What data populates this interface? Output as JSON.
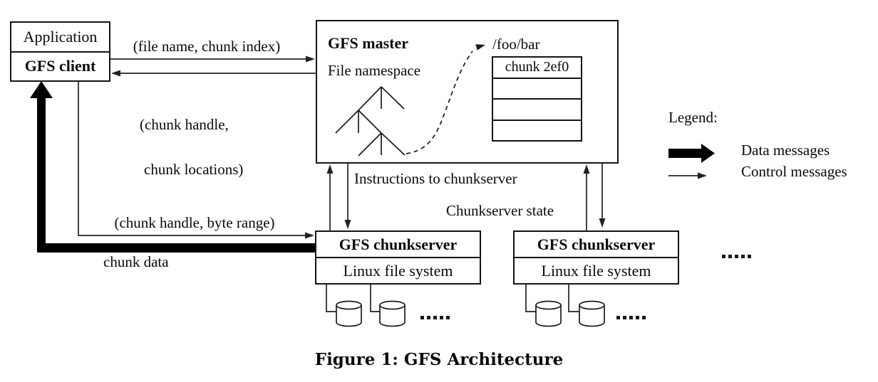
{
  "colors": {
    "ink": "#141414",
    "background": "#ffffff"
  },
  "client_box": {
    "application": "Application",
    "client": "GFS client"
  },
  "master_box": {
    "title": "GFS master",
    "namespace": "File namespace",
    "path": "/foo/bar",
    "chunk_table": {
      "rows": [
        "chunk 2ef0",
        "",
        "",
        ""
      ]
    }
  },
  "chunkservers": [
    {
      "title": "GFS chunkserver",
      "fs": "Linux file system"
    },
    {
      "title": "GFS chunkserver",
      "fs": "Linux file system"
    }
  ],
  "messages": {
    "file_name_chunk_index": "(file name, chunk index)",
    "chunk_handle_line1": "(chunk handle,",
    "chunk_handle_line2": "chunk locations)",
    "chunk_handle_byte_range": "(chunk handle, byte range)",
    "chunk_data": "chunk data",
    "instructions": "Instructions to chunkserver",
    "state": "Chunkserver state"
  },
  "legend": {
    "title": "Legend:",
    "data": "Data messages",
    "control": "Control messages"
  },
  "caption": "Figure 1: GFS Architecture",
  "icons": {
    "disk_icon": "cylinder-disk",
    "more_icon": "dotted-ellipsis",
    "tree_icon": "namespace-tree"
  }
}
